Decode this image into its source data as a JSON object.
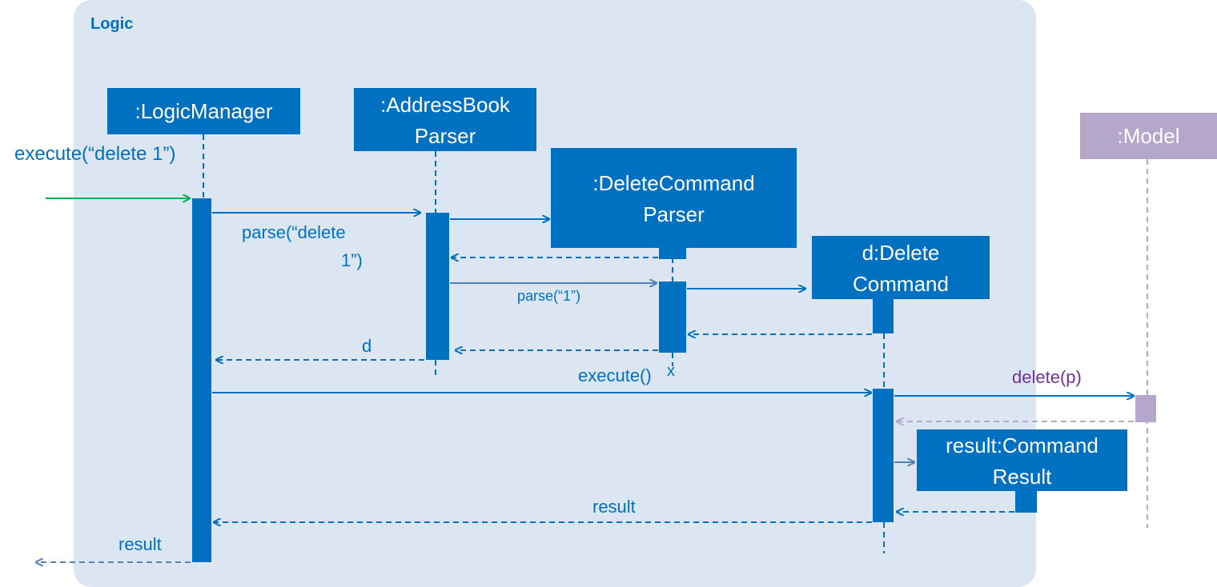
{
  "frame": {
    "label": "Logic"
  },
  "participants": {
    "logic_manager": {
      "line1": ":LogicManager",
      "line2": ""
    },
    "parser": {
      "line1": ":AddressBook",
      "line2": "Parser"
    },
    "delete_parser": {
      "line1": ":DeleteCommand",
      "line2": "Parser"
    },
    "delete_command": {
      "line1": "d:Delete",
      "line2": "Command"
    },
    "command_result": {
      "line1": "result:Command",
      "line2": "Result"
    },
    "model": {
      "line1": ":Model",
      "line2": ""
    }
  },
  "messages": {
    "entry": "execute(“delete 1”)",
    "parse_line1": "parse(“delete",
    "parse_line2": "1”)",
    "parse_one": "parse(“1”)",
    "return_d": "d",
    "destroy_mark": "x",
    "execute": "execute()",
    "delete": "delete(p)",
    "return_result": "result",
    "final_result": "result"
  },
  "colors": {
    "frame_bg": "#dce6f2",
    "participant": "#0070c0",
    "model": "#b4a7c9",
    "model_text": "#7030a0",
    "entry_arrow": "#00b050",
    "return_arrow": "#4f81bd"
  }
}
